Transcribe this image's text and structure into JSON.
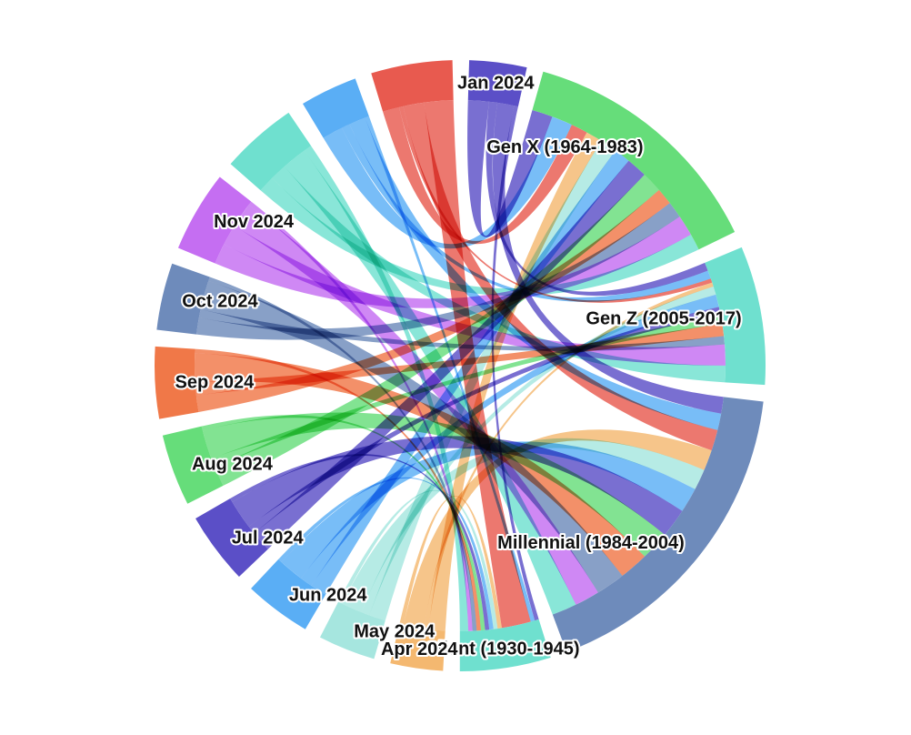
{
  "chart_data": {
    "type": "chord",
    "groups": [
      {
        "key": "jan",
        "label": "Jan 2024",
        "color": "#5b4fc7"
      },
      {
        "key": "genx",
        "label": "Gen X (1964-1983)",
        "color": "#66dd7a"
      },
      {
        "key": "genz",
        "label": "Gen Z (2005-2017)",
        "color": "#6fe0cf"
      },
      {
        "key": "millennial",
        "label": "Millennial (1984-2004)",
        "color": "#6e8bbb"
      },
      {
        "key": "silent",
        "label": "Silent (1930-1945)",
        "color": "#6fe0cf"
      },
      {
        "key": "apr",
        "label": "Apr 2024",
        "color": "#f4b870"
      },
      {
        "key": "may",
        "label": "May 2024",
        "color": "#a6e6df"
      },
      {
        "key": "jun",
        "label": "Jun 2024",
        "color": "#5aaef5"
      },
      {
        "key": "jul",
        "label": "Jul 2024",
        "color": "#5b4fc7"
      },
      {
        "key": "aug",
        "label": "Aug 2024",
        "color": "#66dd7a"
      },
      {
        "key": "sep",
        "label": "Sep 2024",
        "color": "#f07848"
      },
      {
        "key": "oct",
        "label": "Oct 2024",
        "color": "#6e8bbb"
      },
      {
        "key": "nov",
        "label": "Nov 2024",
        "color": "#c56ef2"
      },
      {
        "key": "dec",
        "label": "",
        "color": "#6fe0cf"
      },
      {
        "key": "feb",
        "label": "",
        "color": "#5aaef5"
      },
      {
        "key": "mar",
        "label": "",
        "color": "#e85a4f"
      }
    ],
    "flows": [
      {
        "month": "jan",
        "gen": "genx",
        "value": 5
      },
      {
        "month": "jan",
        "gen": "millennial",
        "value": 4
      },
      {
        "month": "jan",
        "gen": "genz",
        "value": 2
      },
      {
        "month": "jan",
        "gen": "silent",
        "value": 1
      },
      {
        "month": "feb",
        "gen": "genx",
        "value": 5
      },
      {
        "month": "feb",
        "gen": "millennial",
        "value": 4
      },
      {
        "month": "feb",
        "gen": "genz",
        "value": 2
      },
      {
        "month": "feb",
        "gen": "silent",
        "value": 1
      },
      {
        "month": "mar",
        "gen": "genx",
        "value": 4
      },
      {
        "month": "mar",
        "gen": "millennial",
        "value": 5
      },
      {
        "month": "mar",
        "gen": "genz",
        "value": 1
      },
      {
        "month": "mar",
        "gen": "silent",
        "value": 7
      },
      {
        "month": "apr",
        "gen": "genx",
        "value": 4
      },
      {
        "month": "apr",
        "gen": "millennial",
        "value": 5
      },
      {
        "month": "apr",
        "gen": "genz",
        "value": 1
      },
      {
        "month": "apr",
        "gen": "silent",
        "value": 1
      },
      {
        "month": "may",
        "gen": "genx",
        "value": 4
      },
      {
        "month": "may",
        "gen": "millennial",
        "value": 5
      },
      {
        "month": "may",
        "gen": "genz",
        "value": 2
      },
      {
        "month": "may",
        "gen": "silent",
        "value": 1
      },
      {
        "month": "jun",
        "gen": "genx",
        "value": 4
      },
      {
        "month": "jun",
        "gen": "millennial",
        "value": 6
      },
      {
        "month": "jun",
        "gen": "genz",
        "value": 3
      },
      {
        "month": "jun",
        "gen": "silent",
        "value": 1
      },
      {
        "month": "jul",
        "gen": "genx",
        "value": 5
      },
      {
        "month": "jul",
        "gen": "millennial",
        "value": 7
      },
      {
        "month": "jul",
        "gen": "genz",
        "value": 2
      },
      {
        "month": "jul",
        "gen": "silent",
        "value": 1
      },
      {
        "month": "aug",
        "gen": "genx",
        "value": 5
      },
      {
        "month": "aug",
        "gen": "millennial",
        "value": 7
      },
      {
        "month": "aug",
        "gen": "genz",
        "value": 2
      },
      {
        "month": "aug",
        "gen": "silent",
        "value": 1
      },
      {
        "month": "sep",
        "gen": "genx",
        "value": 4
      },
      {
        "month": "sep",
        "gen": "millennial",
        "value": 7
      },
      {
        "month": "sep",
        "gen": "genz",
        "value": 3
      },
      {
        "month": "sep",
        "gen": "silent",
        "value": 1
      },
      {
        "month": "oct",
        "gen": "genx",
        "value": 4
      },
      {
        "month": "oct",
        "gen": "millennial",
        "value": 7
      },
      {
        "month": "oct",
        "gen": "genz",
        "value": 2
      },
      {
        "month": "oct",
        "gen": "silent",
        "value": 1
      },
      {
        "month": "nov",
        "gen": "genx",
        "value": 5
      },
      {
        "month": "nov",
        "gen": "millennial",
        "value": 6
      },
      {
        "month": "nov",
        "gen": "genz",
        "value": 5
      },
      {
        "month": "nov",
        "gen": "silent",
        "value": 1
      },
      {
        "month": "dec",
        "gen": "genx",
        "value": 4
      },
      {
        "month": "dec",
        "gen": "millennial",
        "value": 6
      },
      {
        "month": "dec",
        "gen": "genz",
        "value": 4
      },
      {
        "month": "dec",
        "gen": "silent",
        "value": 2
      }
    ]
  }
}
